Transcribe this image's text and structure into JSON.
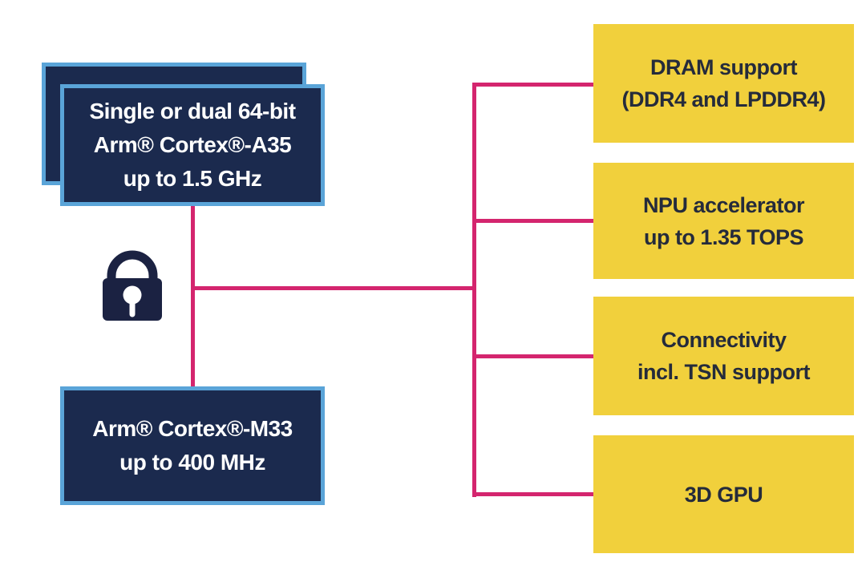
{
  "diagram": {
    "title_hidden": "",
    "left_column": {
      "a35_box": {
        "lines": [
          "Single or dual 64-bit",
          "Arm® Cortex®-A35",
          "up to 1.5 GHz"
        ]
      },
      "m33_box": {
        "lines": [
          "Arm® Cortex®-M33",
          "up to 400 MHz"
        ]
      }
    },
    "right_column": {
      "boxes": [
        {
          "lines": [
            "DRAM support",
            "(DDR4 and LPDDR4)"
          ]
        },
        {
          "lines": [
            "NPU accelerator",
            "up to 1.35 TOPS"
          ]
        },
        {
          "lines": [
            "Connectivity",
            "incl. TSN support"
          ]
        },
        {
          "lines": [
            "3D GPU",
            ""
          ]
        }
      ]
    },
    "icons": {
      "lock": "lock-icon"
    }
  },
  "colors": {
    "background": "#ffffff",
    "navy_fill": "#1B2A4E",
    "navy_border": "#5AA4D8",
    "yellow": "#F1D03C",
    "pink": "#D4256E",
    "text_on_navy": "#ffffff",
    "text_on_yellow": "#252B3B",
    "lock": "#1B2242"
  }
}
